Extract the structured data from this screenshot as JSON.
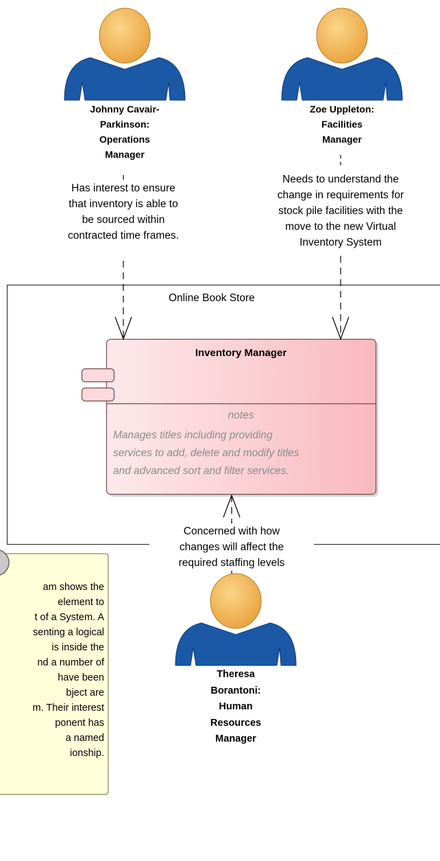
{
  "actors": [
    {
      "id": "operations",
      "lines": [
        "Johnny Cavair-",
        "Parkinson:",
        "Operations",
        "Manager"
      ]
    },
    {
      "id": "facilities",
      "lines": [
        "Zoe Uppleton:",
        "Facilities",
        "Manager"
      ]
    },
    {
      "id": "hr",
      "lines": [
        "Theresa",
        "Borantoni:",
        "Human",
        "Resources",
        "Manager"
      ]
    }
  ],
  "connectors": [
    {
      "from": "operations",
      "lines": [
        "Has interest to ensure",
        "that inventory is able to",
        "be sourced within",
        "contracted time frames."
      ]
    },
    {
      "from": "facilities",
      "lines": [
        "Needs to understand the",
        "change in requirements for",
        "stock pile facilities with the",
        "move to the new Virtual",
        "Inventory System"
      ]
    },
    {
      "from": "hr",
      "lines": [
        "Concerned with how",
        "changes will affect the",
        "required staffing levels"
      ]
    }
  ],
  "boundary": {
    "name": "Online Book Store"
  },
  "component": {
    "name": "Inventory Manager",
    "notes_heading": "notes",
    "notes_lines": [
      "Manages titles including providing",
      "services to add, delete and modify titles",
      "and advanced sort and filter services."
    ]
  },
  "note": {
    "lines": [
      "am shows the",
      "element to",
      "t of a System. A",
      "senting a logical",
      "is inside the",
      "nd a number of",
      "have been",
      "bject are",
      "m. Their interest",
      "ponent has",
      "a named",
      "ionship."
    ]
  },
  "colors": {
    "actor_head": "#f2b755",
    "actor_body": "#1b58a6",
    "component_fill_light": "#fde9ec",
    "component_fill_dark": "#f9b9be",
    "note_fill": "#ffffd9",
    "notes_text": "#8c8c8c"
  }
}
